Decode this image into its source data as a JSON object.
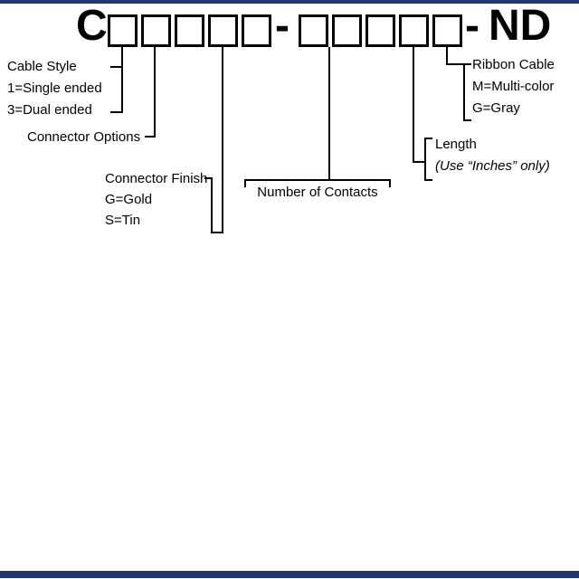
{
  "part_number": {
    "prefix": "C",
    "separator1": "-",
    "separator2": "-",
    "suffix": "ND",
    "group1_box_count": 5,
    "group2_box_count": 5
  },
  "callouts": {
    "cable_style": {
      "title": "Cable Style",
      "options": [
        "1=Single ended",
        "3=Dual ended"
      ]
    },
    "connector_options": {
      "title": "Connector Options"
    },
    "connector_finish": {
      "title": "Connector Finish",
      "options": [
        "G=Gold",
        "S=Tin"
      ]
    },
    "number_of_contacts": {
      "title": "Number of Contacts"
    },
    "length": {
      "title": "Length",
      "note": "(Use “Inches” only)"
    },
    "ribbon_cable": {
      "title": "Ribbon Cable",
      "options": [
        "M=Multi-color",
        "G=Gray"
      ]
    }
  },
  "colors": {
    "accent_bar": "#20386b",
    "text": "#000000",
    "box_border": "#000000",
    "background": "#ffffff"
  }
}
